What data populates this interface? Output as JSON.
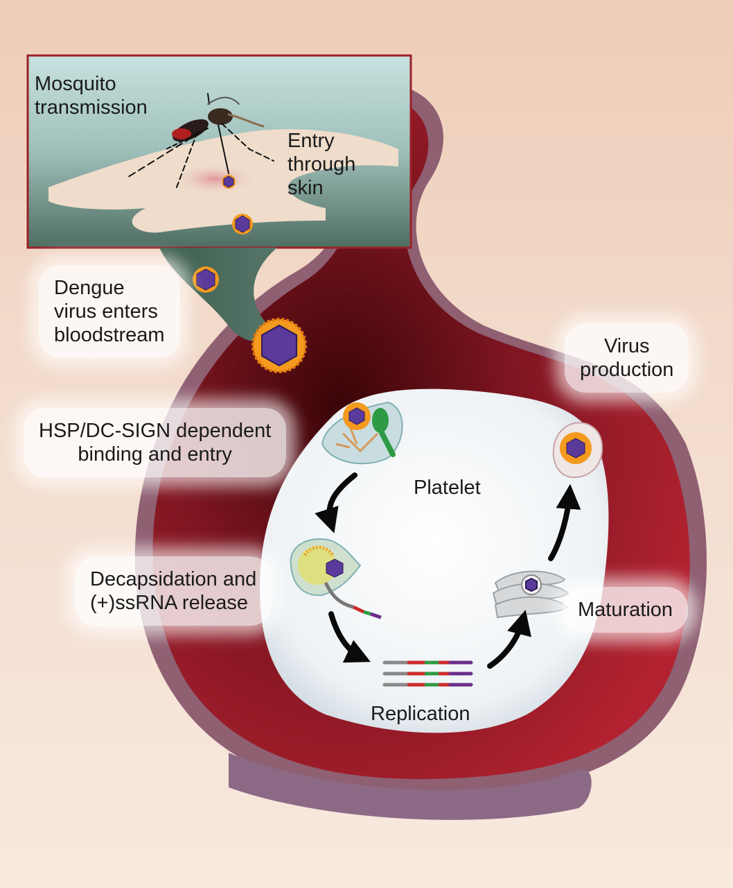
{
  "labels": {
    "mosquito_transmission": "Mosquito\ntransmission",
    "entry_through_skin": "Entry\nthrough\nskin",
    "dengue_enters": "Dengue\nvirus enters\nbloodstream",
    "virus_production": "Virus\nproduction",
    "hsp_binding": "HSP/DC-SIGN dependent\nbinding and entry",
    "platelet": "Platelet",
    "decapsidation": "Decapsidation and\n(+)ssRNA release",
    "maturation": "Maturation",
    "replication": "Replication"
  },
  "colors": {
    "vessel_dark": "#8c1a24",
    "vessel_red": "#a81e2a",
    "vessel_rim": "#8a5a6c",
    "virus_core": "#5a3a9a",
    "virus_shell": "#f39a1f",
    "platelet": "#eef2f5",
    "inset_bg": "#b8d6d2"
  }
}
